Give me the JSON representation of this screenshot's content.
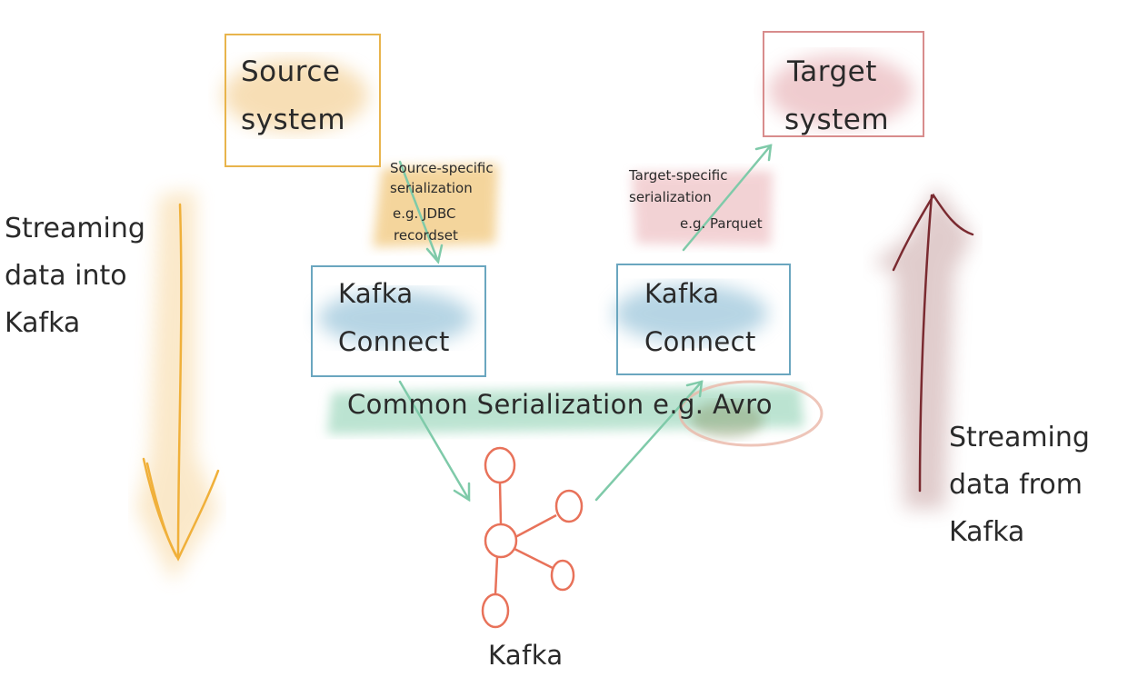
{
  "source": {
    "line1": "Source",
    "line2": "system"
  },
  "target": {
    "line1": "Target",
    "line2": "system"
  },
  "connect_left": {
    "line1": "Kafka",
    "line2": "Connect"
  },
  "connect_right": {
    "line1": "Kafka",
    "line2": "Connect"
  },
  "source_note": {
    "line1": "Source-specific",
    "line2": "serialization",
    "line3": "e.g. JDBC",
    "line4": "recordset"
  },
  "target_note": {
    "line1": "Target-specific",
    "line2": "serialization",
    "line3": "e.g. Parquet"
  },
  "common": {
    "label": "Common Serialization e.g. Avro"
  },
  "kafka": {
    "label": "Kafka"
  },
  "left_side": {
    "line1": "Streaming",
    "line2": "data into",
    "line3": "Kafka"
  },
  "right_side": {
    "line1": "Streaming",
    "line2": "data from",
    "line3": "Kafka"
  },
  "colors": {
    "source": "#e8b44c",
    "target": "#d88c8c",
    "connect": "#6aa6bf",
    "common": "#7fcaa9",
    "kafka": "#e8725a",
    "left_arrow": "#f0b03a",
    "right_arrow": "#7a2a30"
  }
}
